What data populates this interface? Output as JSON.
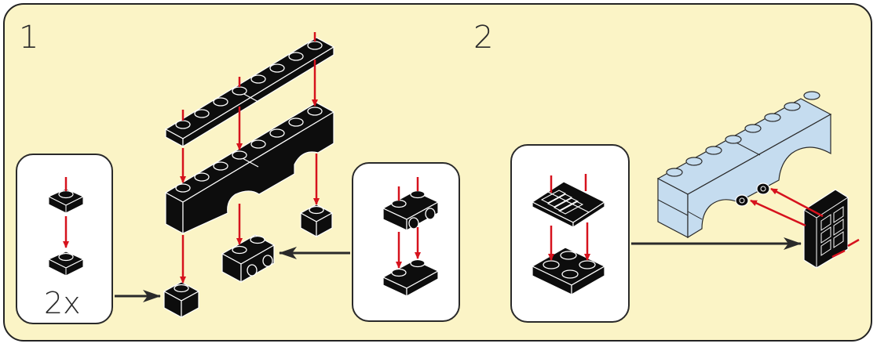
{
  "steps": [
    {
      "number": "1"
    },
    {
      "number": "2"
    }
  ],
  "callout_1": {
    "quantity": "2x"
  },
  "colors": {
    "background": "#fbf4c6",
    "brick_black": "#0d0d0d",
    "brick_light_blue": "#c5dcef",
    "arrow_red": "#d6121d",
    "arrow_dark": "#2a2a2a",
    "outline": "#232323"
  }
}
